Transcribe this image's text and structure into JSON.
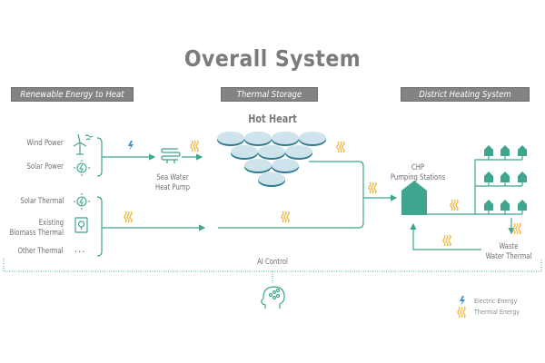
{
  "title": "Overall System",
  "sections": {
    "renewable": "Renewable Energy to Heat",
    "storage": "Thermal Storage",
    "district": "District Heating System"
  },
  "sources": {
    "wind": "Wind Power",
    "solar_power": "Solar Power",
    "solar_thermal": "Solar Thermal",
    "biomass": "Existing\nBiomass Thermal",
    "other": "Other Thermal",
    "other_icon": "..."
  },
  "heat_pump": "Sea Water\nHeat Pump",
  "hot_heart": "Hot Heart",
  "chp": "CHP\nPumping Stations",
  "waste": "Waste\nWater Thermal",
  "ai_control": "AI Control",
  "legend": {
    "electric": "Electric Energy",
    "thermal": "Thermal Energy"
  },
  "colors": {
    "teal": "#3fa58f",
    "thermal": "#f2b234",
    "electric": "#3a8fd0",
    "storage_top": "#cfe3ec",
    "storage_side": "#2f7c8f",
    "section_bg": "#838383"
  }
}
